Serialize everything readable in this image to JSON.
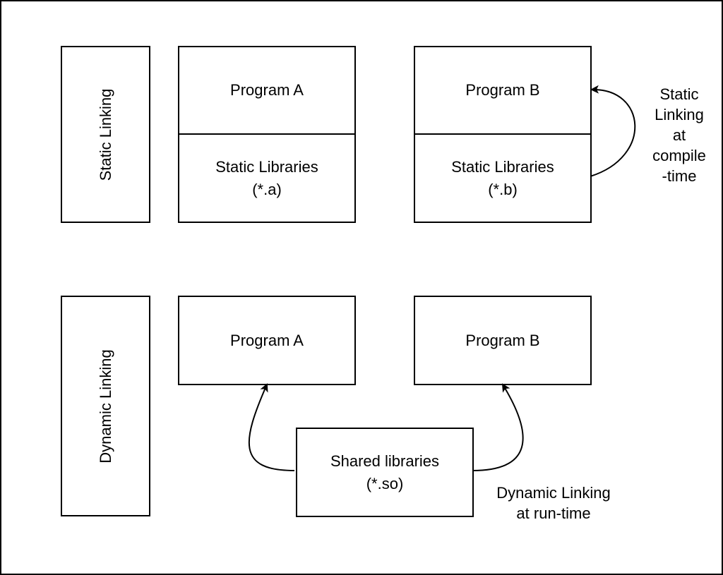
{
  "static_section": {
    "side_label": "Static Linking",
    "program_a": {
      "title": "Program A",
      "lib_line1": "Static Libraries",
      "lib_line2": "(*.a)"
    },
    "program_b": {
      "title": "Program B",
      "lib_line1": "Static Libraries",
      "lib_line2": "(*.b)"
    },
    "annotation_lines": [
      "Static",
      "Linking",
      "at",
      "compile",
      "-time"
    ]
  },
  "dynamic_section": {
    "side_label": "Dynamic Linking",
    "program_a": {
      "title": "Program A"
    },
    "program_b": {
      "title": "Program B"
    },
    "shared": {
      "line1": "Shared libraries",
      "line2": "(*.so)"
    },
    "annotation_lines": [
      "Dynamic Linking",
      "at run-time"
    ]
  }
}
